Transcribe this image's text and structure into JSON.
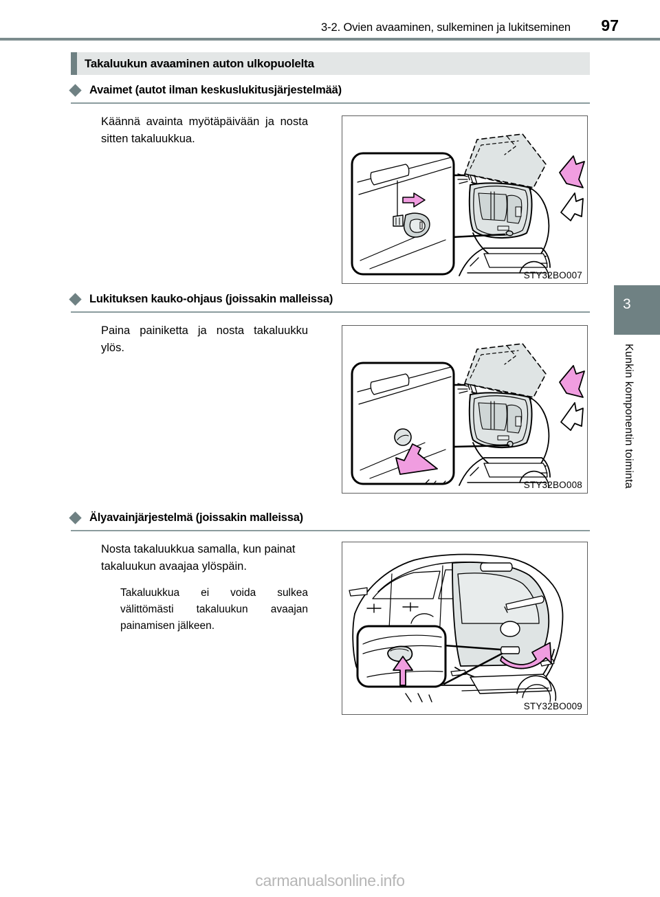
{
  "header": {
    "title": "3-2. Ovien avaaminen, sulkeminen ja lukitseminen",
    "page_number": "97"
  },
  "section": {
    "title": "Takaluukun avaaminen auton ulkopuolelta",
    "accent_color": "#6f8183",
    "band_color": "#e3e6e6"
  },
  "subsections": [
    {
      "heading": "Avaimet (autot ilman keskuslukitusjärjestelmää)",
      "body": "Käännä avainta myötäpäivään ja nosta sitten takaluukkua.",
      "note": "",
      "figure_code": "STY32BO007"
    },
    {
      "heading": "Lukituksen kauko-ohjaus (joissakin malleissa)",
      "body": "Paina painiketta ja nosta takaluukku ylös.",
      "note": "",
      "figure_code": "STY32BO008"
    },
    {
      "heading": "Älyavainjärjestelmä (joissakin malleissa)",
      "body": "Nosta takaluukkua samalla, kun painat takaluukun avaajaa ylöspäin.",
      "note": "Takaluukkua ei voida sulkea välittömästi takaluukun avaajan painamisen jälkeen.",
      "figure_code": "STY32BO009"
    }
  ],
  "chapter_tab": {
    "number": "3",
    "label": "Kunkin komponentin toiminta"
  },
  "watermark": "carmanualsonline.info",
  "colors": {
    "rule": "#7b8c8e",
    "arrow_highlight": "#f09de0",
    "glass_fill": "#dfe4e4"
  }
}
